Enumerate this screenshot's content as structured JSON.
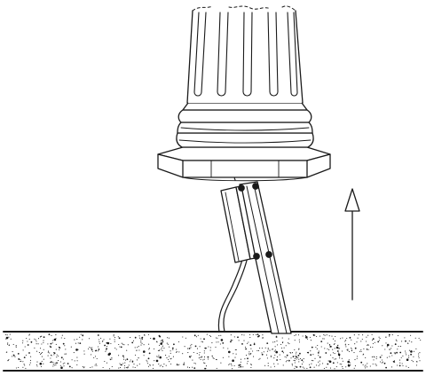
{
  "figure": {
    "background": "#ffffff",
    "line_color": "#1a1a1a",
    "components": [
      "column-shaft",
      "column-base-molding",
      "octagonal-plinth",
      "mounting-bracket",
      "support-bar",
      "electrical-cable",
      "lift-direction-arrow",
      "ground-surface"
    ],
    "arrow_direction": "up",
    "ground_texture": "speckled"
  }
}
